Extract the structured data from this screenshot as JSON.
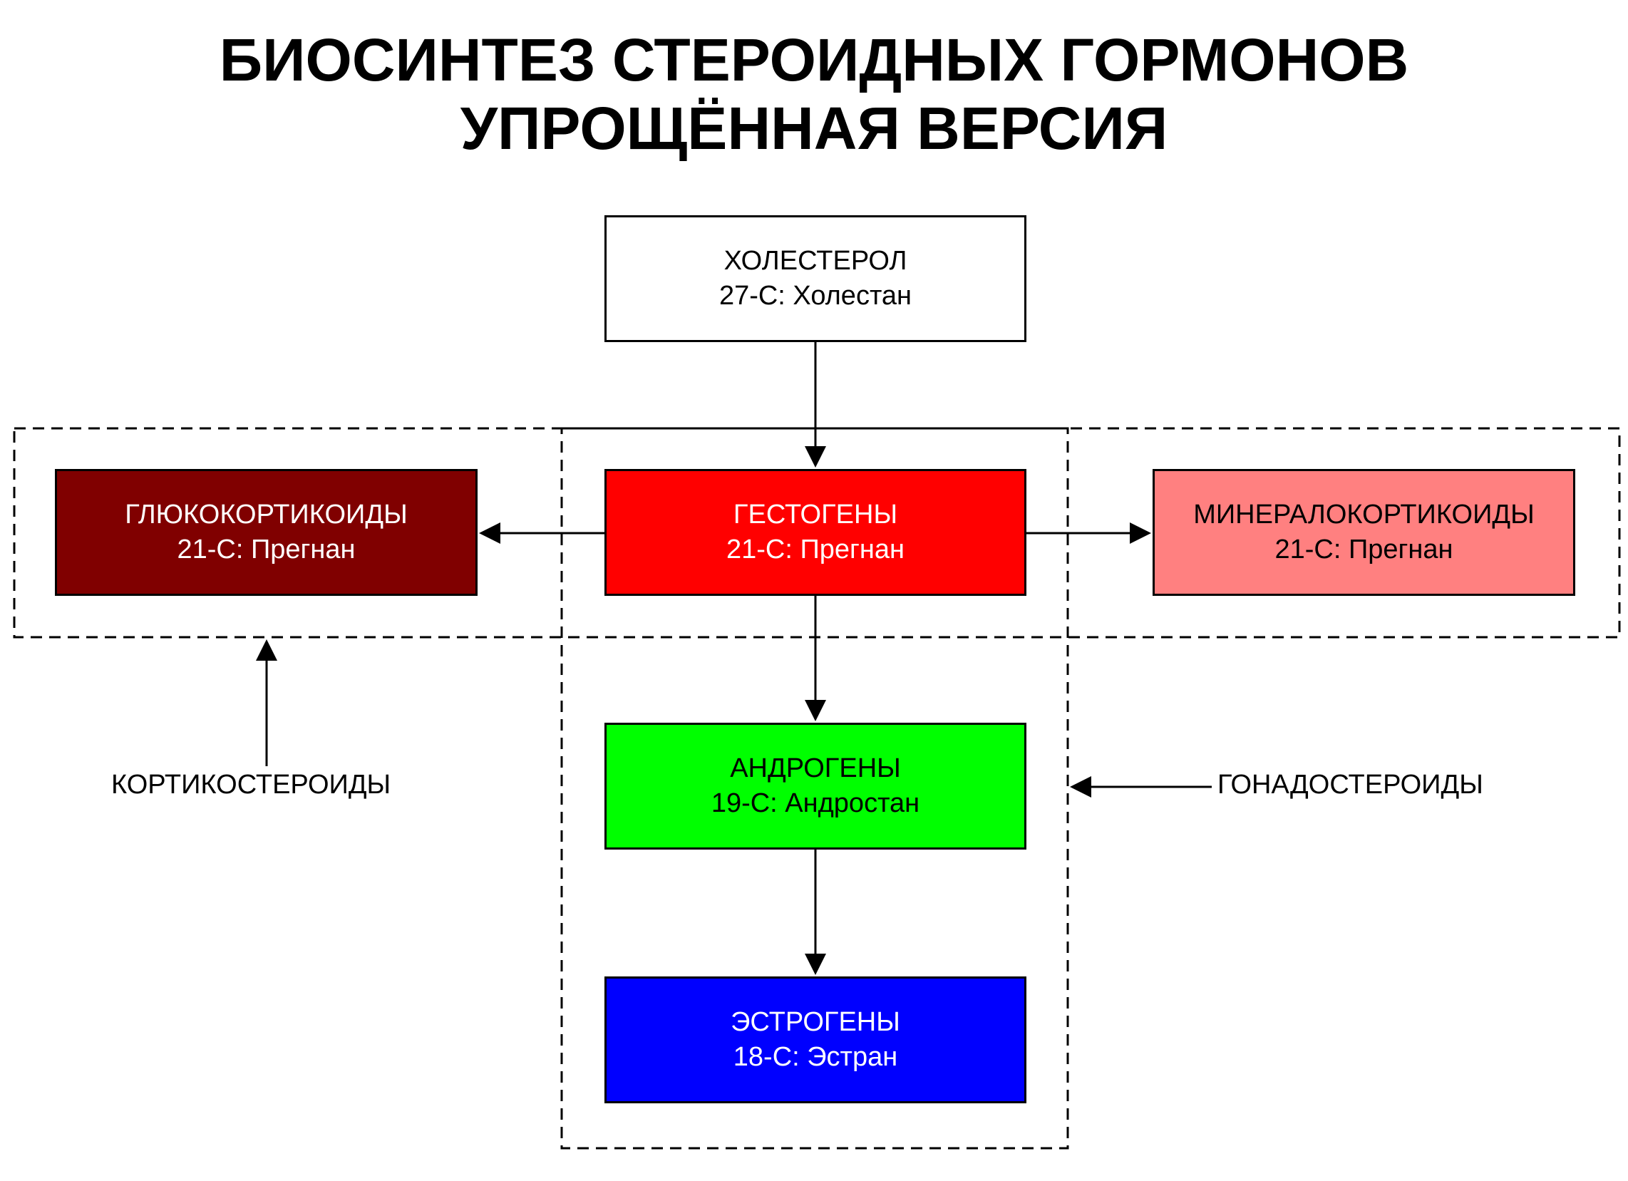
{
  "title": {
    "line1": "БИОСИНТЕЗ СТЕРОИДНЫХ ГОРМОНОВ",
    "line2": "УПРОЩЁННАЯ ВЕРСИЯ"
  },
  "nodes": {
    "cholesterol": {
      "name": "ХОЛЕСТЕРОЛ",
      "formula": "27-С: Холестан",
      "fill": "#ffffff",
      "text_color": "#000000"
    },
    "gestagens": {
      "name": "ГЕСТОГЕНЫ",
      "formula": "21-С: Прегнан",
      "fill": "#ff0000",
      "text_color": "#ffffff"
    },
    "glucocorticoids": {
      "name": "ГЛЮКОКОРТИКОИДЫ",
      "formula": "21-С: Прегнан",
      "fill": "#800000",
      "text_color": "#ffffff"
    },
    "mineralocorticoids": {
      "name": "МИНЕРАЛОКОРТИКОИДЫ",
      "formula": "21-С: Прегнан",
      "fill": "#ff8080",
      "text_color": "#000000"
    },
    "androgens": {
      "name": "АНДРОГЕНЫ",
      "formula": "19-С: Андростан",
      "fill": "#00ff00",
      "text_color": "#000000"
    },
    "estrogens": {
      "name": "ЭСТРОГЕНЫ",
      "formula": "18-С: Эстран",
      "fill": "#0000ff",
      "text_color": "#ffffff"
    }
  },
  "groups": {
    "corticosteroids": "КОРТИКОСТЕРОИДЫ",
    "gonadosteroids": "ГОНАДОСТЕРОИДЫ"
  },
  "edges": [
    {
      "from": "cholesterol",
      "to": "gestagens"
    },
    {
      "from": "gestagens",
      "to": "glucocorticoids"
    },
    {
      "from": "gestagens",
      "to": "mineralocorticoids"
    },
    {
      "from": "gestagens",
      "to": "androgens"
    },
    {
      "from": "androgens",
      "to": "estrogens"
    }
  ]
}
